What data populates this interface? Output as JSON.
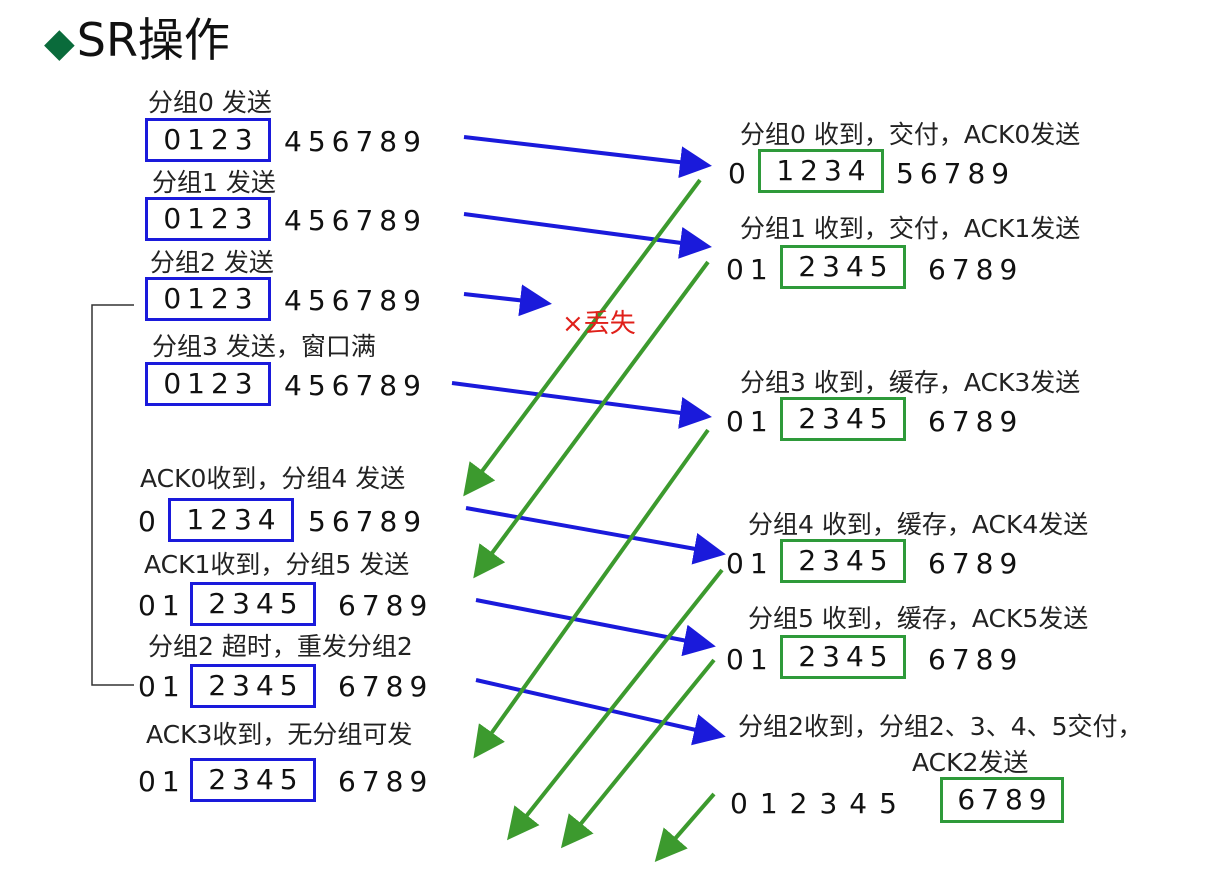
{
  "title": "SR操作",
  "lost_label": "×丢失",
  "colors": {
    "send_arrow": "#1a1adb",
    "ack_arrow": "#3c9a2e",
    "sender_window": "#1a1adb",
    "receiver_window": "#2e9a3a",
    "lost": "#e0201a",
    "title_diamond": "#0a6b3b"
  },
  "sender": [
    {
      "label": "分组0  发送",
      "prefix": "",
      "window": "0123",
      "suffix": "456789"
    },
    {
      "label": "分组1  发送",
      "prefix": "",
      "window": "0123",
      "suffix": "456789"
    },
    {
      "label": "分组2  发送",
      "prefix": "",
      "window": "0123",
      "suffix": "456789"
    },
    {
      "label": "分组3  发送，窗口满",
      "prefix": "",
      "window": "0123",
      "suffix": "456789"
    },
    {
      "label": "ACK0收到，分组4  发送",
      "prefix": "0",
      "window": "1234",
      "suffix": "56789"
    },
    {
      "label": "ACK1收到，分组5  发送",
      "prefix": "01",
      "window": "2345",
      "suffix": "6789"
    },
    {
      "label": "分组2 超时，重发分组2",
      "prefix": "01",
      "window": "2345",
      "suffix": "6789"
    },
    {
      "label": "ACK3收到，无分组可发",
      "prefix": "01",
      "window": "2345",
      "suffix": "6789"
    }
  ],
  "receiver": [
    {
      "label": "分组0 收到，交付，ACK0发送",
      "prefix": "0",
      "window": "1234",
      "suffix": "56789"
    },
    {
      "label": "分组1 收到，交付，ACK1发送",
      "prefix": "01",
      "window": "2345",
      "suffix": "6789"
    },
    {
      "label": "分组3 收到，缓存，ACK3发送",
      "prefix": "01",
      "window": "2345",
      "suffix": "6789"
    },
    {
      "label": "分组4 收到，缓存，ACK4发送",
      "prefix": "01",
      "window": "2345",
      "suffix": "6789"
    },
    {
      "label": "分组5 收到，缓存，ACK5发送",
      "prefix": "01",
      "window": "2345",
      "suffix": "6789"
    },
    {
      "label": "分组2收到，分组2、3、4、5交付，",
      "label2": "ACK2发送",
      "prefix": "012345",
      "window": "6789",
      "suffix": ""
    }
  ]
}
